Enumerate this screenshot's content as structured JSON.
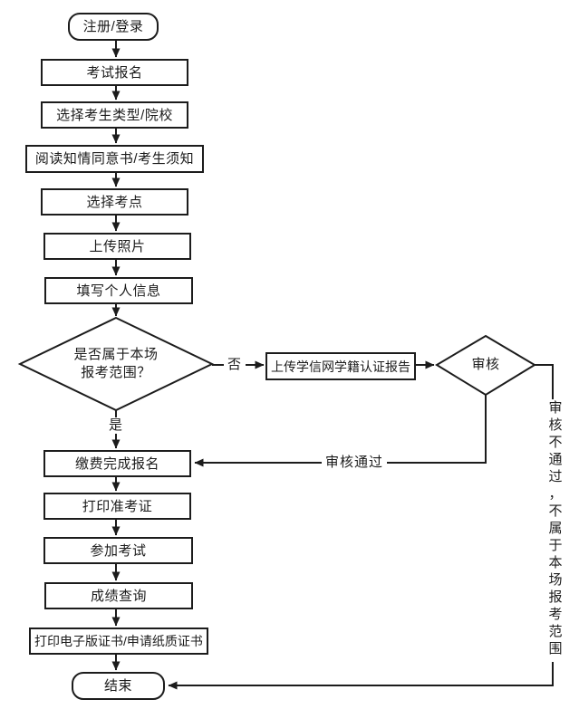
{
  "flow": {
    "nodes": {
      "start": "注册/登录",
      "register": "考试报名",
      "select_type": "选择考生类型/院校",
      "read_notice": "阅读知情同意书/考生须知",
      "select_site": "选择考点",
      "upload_photo": "上传照片",
      "fill_info": "填写个人信息",
      "decision_scope_line1": "是否属于本场",
      "decision_scope_line2": "报考范围？",
      "upload_report": "上传学信网学籍认证报告",
      "decision_review": "审核",
      "pay": "缴费完成报名",
      "print_ticket": "打印准考证",
      "take_exam": "参加考试",
      "check_score": "成绩查询",
      "print_cert": "打印电子版证书/申请纸质证书",
      "end": "结束"
    },
    "edge_labels": {
      "no": "否",
      "yes": "是",
      "review_pass": "审核通过",
      "review_fail": "审核不通过，不属于本场报考范围"
    },
    "colors": {
      "line": "#1c1c1c",
      "background": "#ffffff",
      "text": "#1c1c1c"
    }
  }
}
